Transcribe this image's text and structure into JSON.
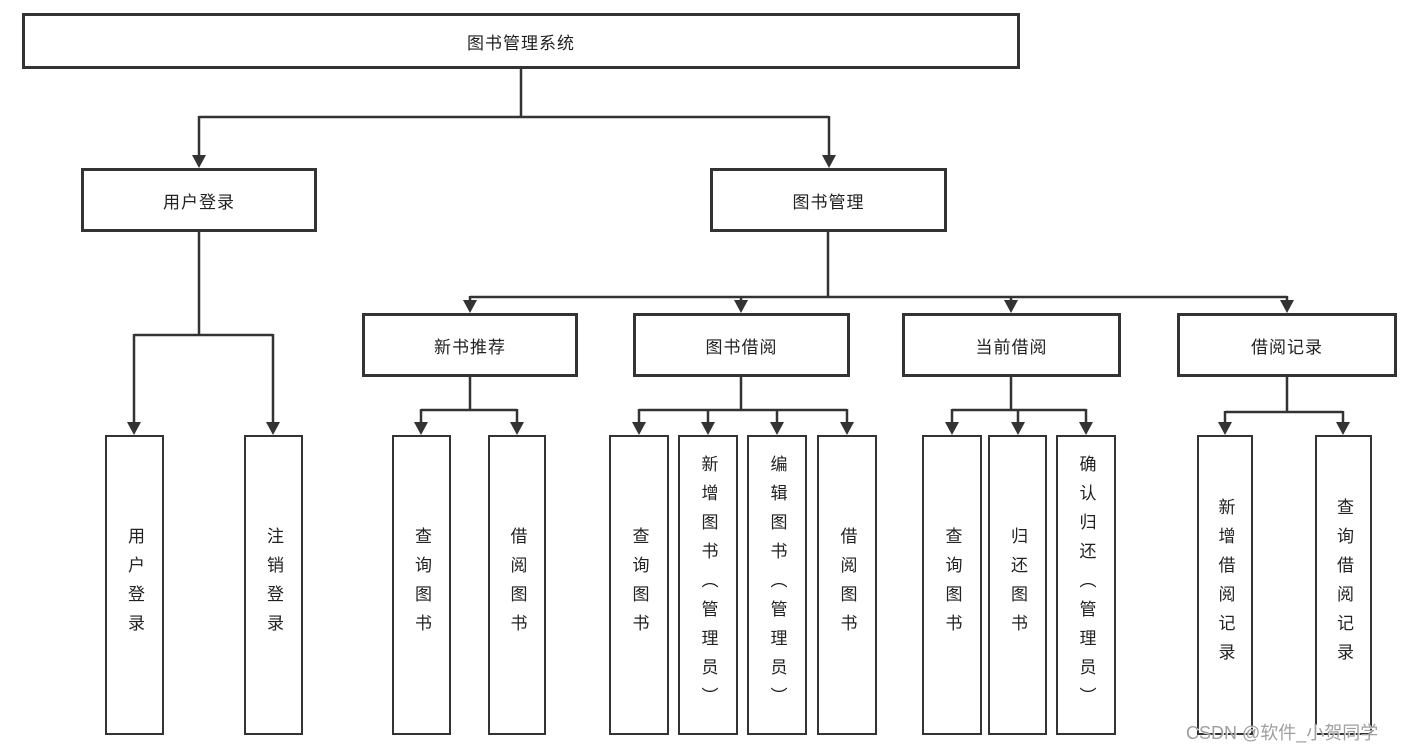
{
  "tree": {
    "label": "图书管理系统",
    "children": [
      {
        "label": "用户登录",
        "children": [
          {
            "label": "用户登录"
          },
          {
            "label": "注销登录"
          }
        ]
      },
      {
        "label": "图书管理",
        "children": [
          {
            "label": "新书推荐",
            "children": [
              {
                "label": "查询图书"
              },
              {
                "label": "借阅图书"
              }
            ]
          },
          {
            "label": "图书借阅",
            "children": [
              {
                "label": "查询图书"
              },
              {
                "label": "新增图书（管理员）"
              },
              {
                "label": "编辑图书（管理员）"
              },
              {
                "label": "借阅图书"
              }
            ]
          },
          {
            "label": "当前借阅",
            "children": [
              {
                "label": "查询图书"
              },
              {
                "label": "归还图书"
              },
              {
                "label": "确认归还（管理员）"
              }
            ]
          },
          {
            "label": "借阅记录",
            "children": [
              {
                "label": "新增借阅记录"
              },
              {
                "label": "查询借阅记录"
              }
            ]
          }
        ]
      }
    ]
  },
  "watermark": {
    "text": "CSDN @软件_小贺同学"
  },
  "colors": {
    "border": "#333333",
    "line": "#333333",
    "text": "#222222",
    "watermark": "#9f9f9f",
    "background": "#ffffff"
  }
}
